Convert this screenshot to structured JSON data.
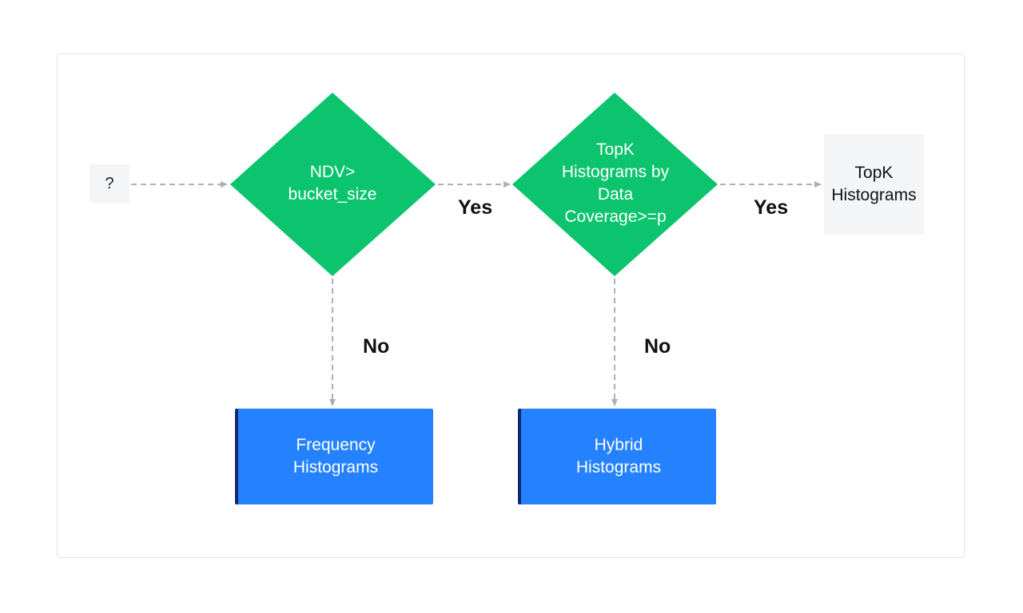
{
  "nodes": {
    "start": {
      "label": "?"
    },
    "decision_ndv": {
      "label_lines": [
        "NDV>",
        "bucket_size"
      ]
    },
    "decision_topk": {
      "label_lines": [
        "TopK",
        "Histograms by",
        "Data",
        "Coverage>=p"
      ]
    },
    "result_topk": {
      "label_lines": [
        "TopK",
        "Histograms"
      ]
    },
    "result_frequency": {
      "label_lines": [
        "Frequency",
        "Histograms"
      ]
    },
    "result_hybrid": {
      "label_lines": [
        "Hybrid",
        "Histograms"
      ]
    }
  },
  "edges": {
    "ndv_yes": "Yes",
    "topk_yes": "Yes",
    "ndv_no": "No",
    "topk_no": "No"
  },
  "colors": {
    "decision": "#0bc46d",
    "result": "#2481ff",
    "result_accent": "#0d2a6e",
    "terminal_bg": "#f4f5f7",
    "connector": "#a9b0bb",
    "frame_border": "#dde3ec"
  }
}
